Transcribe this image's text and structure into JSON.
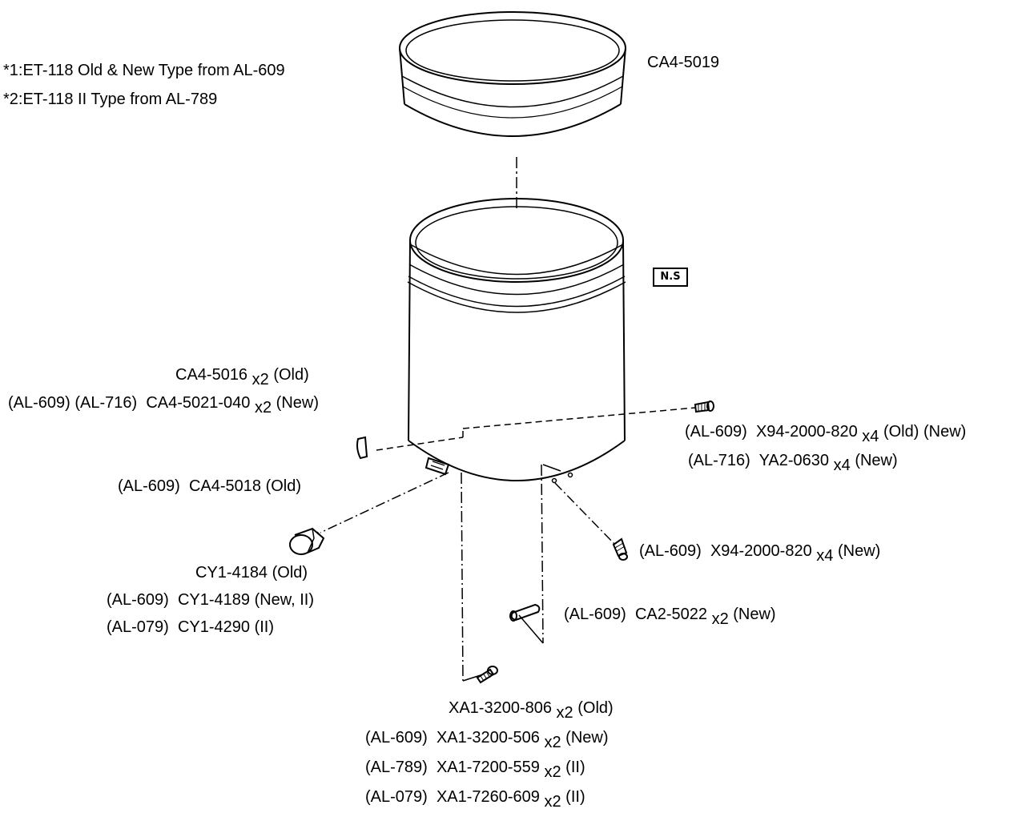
{
  "notes": [
    "*1:ET-118 Old & New Type from AL-609",
    "*2:ET-118 II Type from AL-789"
  ],
  "ns_mark": "N.S",
  "labels": {
    "ring": "CA4-5019",
    "clip_old": {
      "part": "CA4-5016",
      "qty": "x2",
      "tail": "(Old)"
    },
    "clip_new": {
      "ref": "(AL-609) (AL-716)",
      "part": "CA4-5021-040",
      "qty": "x2",
      "tail": "(New)"
    },
    "screw_right_1": {
      "ref": "(AL-609)",
      "part": "X94-2000-820",
      "qty": "x4",
      "tail": "(Old) (New)"
    },
    "screw_right_2": {
      "ref": "(AL-716)",
      "part": "YA2-0630",
      "qty": "x4",
      "tail": "(New)"
    },
    "bracket": {
      "ref": "(AL-609)",
      "part": "CA4-5018",
      "tail": "(Old)"
    },
    "knob_1": {
      "part": "CY1-4184",
      "tail": "(Old)"
    },
    "knob_2": {
      "ref": "(AL-609)",
      "part": "CY1-4189",
      "tail": "(New, II)"
    },
    "knob_3": {
      "ref": "(AL-079)",
      "part": "CY1-4290",
      "tail": "(II)"
    },
    "screw_mid": {
      "ref": "(AL-609)",
      "part": "X94-2000-820",
      "qty": "x4",
      "tail": "(New)"
    },
    "pin": {
      "ref": "(AL-609)",
      "part": "CA2-5022",
      "qty": "x2",
      "tail": "(New)"
    },
    "screw_bot_1": {
      "part": "XA1-3200-806",
      "qty": "x2",
      "tail": "(Old)"
    },
    "screw_bot_2": {
      "ref": "(AL-609)",
      "part": "XA1-3200-506",
      "qty": "x2",
      "tail": "(New)"
    },
    "screw_bot_3": {
      "ref": "(AL-789)",
      "part": "XA1-7200-559",
      "qty": "x2",
      "tail": "(II)"
    },
    "screw_bot_4": {
      "ref": "(AL-079)",
      "part": "XA1-7260-609",
      "qty": "x2",
      "tail": "(II)"
    }
  }
}
